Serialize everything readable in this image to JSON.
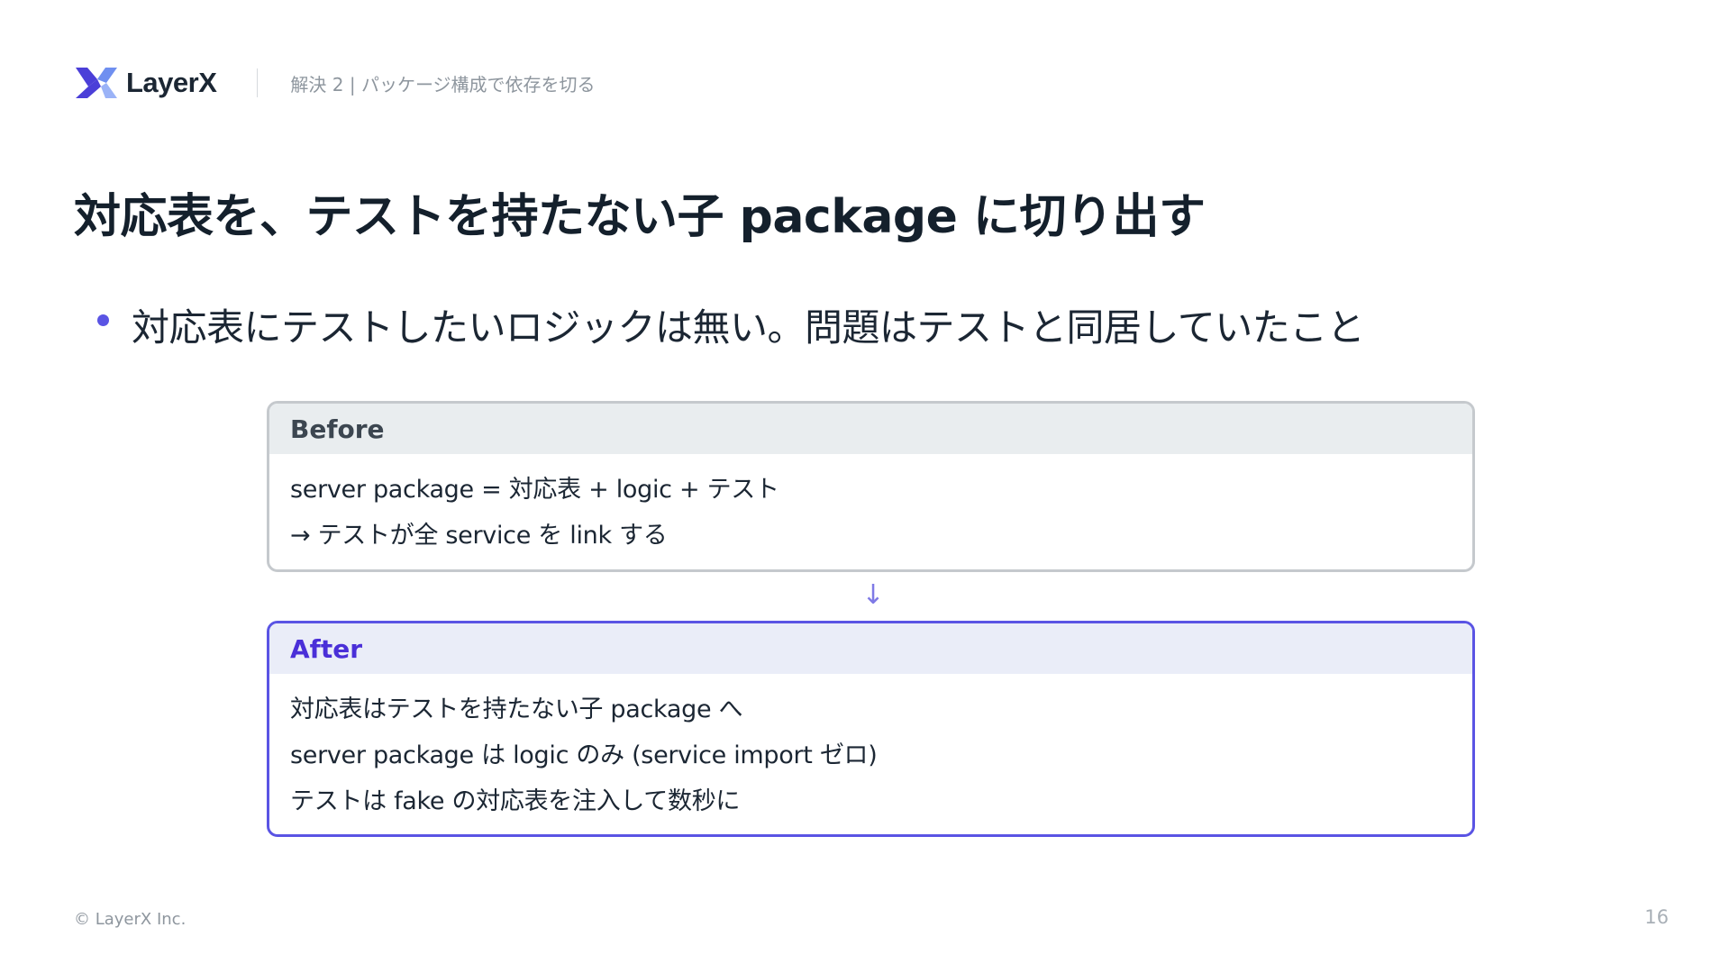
{
  "header": {
    "logo_text": "LayerX",
    "section_label": "解決 2 | パッケージ構成で依存を切る"
  },
  "title": "対応表を、テストを持たない子 package に切り出す",
  "bullet": "対応表にテストしたいロジックは無い。問題はテストと同居していたこと",
  "before": {
    "label": "Before",
    "lines": [
      "server package = 対応表 + logic + テスト",
      "→ テストが全 service を link する"
    ]
  },
  "flow_arrow": "↓",
  "after": {
    "label": "After",
    "lines": [
      "対応表はテストを持たない子 package へ",
      "server package は logic のみ (service import ゼロ)",
      "テストは fake の対応表を注入して数秒に"
    ]
  },
  "footer": {
    "copyright": "© LayerX Inc.",
    "page_number": "16"
  },
  "colors": {
    "accent": "#5a54e4",
    "after_label": "#4a2fd8",
    "before_border": "#c5c9cd",
    "title": "#14202c"
  }
}
